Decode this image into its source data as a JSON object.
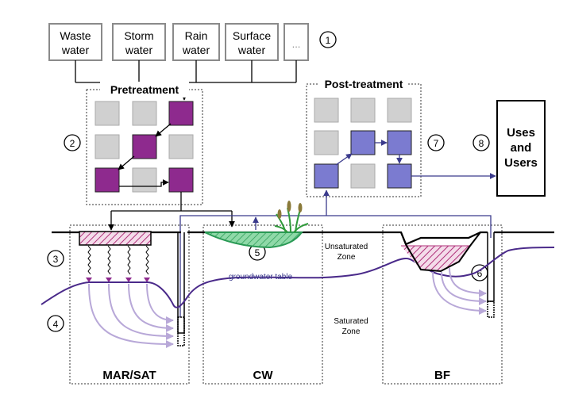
{
  "sources": [
    {
      "line1": "Waste",
      "line2": "water"
    },
    {
      "line1": "Storm",
      "line2": "water"
    },
    {
      "line1": "Rain",
      "line2": "water"
    },
    {
      "line1": "Surface",
      "line2": "water"
    },
    {
      "line1": "...",
      "line2": ""
    }
  ],
  "numbers": [
    "1",
    "2",
    "3",
    "4",
    "5",
    "6",
    "7",
    "8"
  ],
  "pretreatment_label": "Pretreatment",
  "posttreatment_label": "Post-treatment",
  "users_box": {
    "line1": "Uses",
    "line2": "and",
    "line3": "Users"
  },
  "zones": {
    "unsaturated": {
      "line1": "Unsaturated",
      "line2": "Zone"
    },
    "saturated": {
      "line1": "Saturated",
      "line2": "Zone"
    }
  },
  "groundwater_label": "groundwater table",
  "systems": [
    "MAR/SAT",
    "CW",
    "BF"
  ],
  "colors": {
    "purple": "#8e2a8e",
    "lavender": "#7b7bd0",
    "grey": "#d0d0d0",
    "groundwater": "#4a2a8a",
    "wetland": "#7fcf9f",
    "wetland_edge": "#2a9a55",
    "hatch": "#b0307a",
    "flow_arrow": "#b8a8d8"
  }
}
